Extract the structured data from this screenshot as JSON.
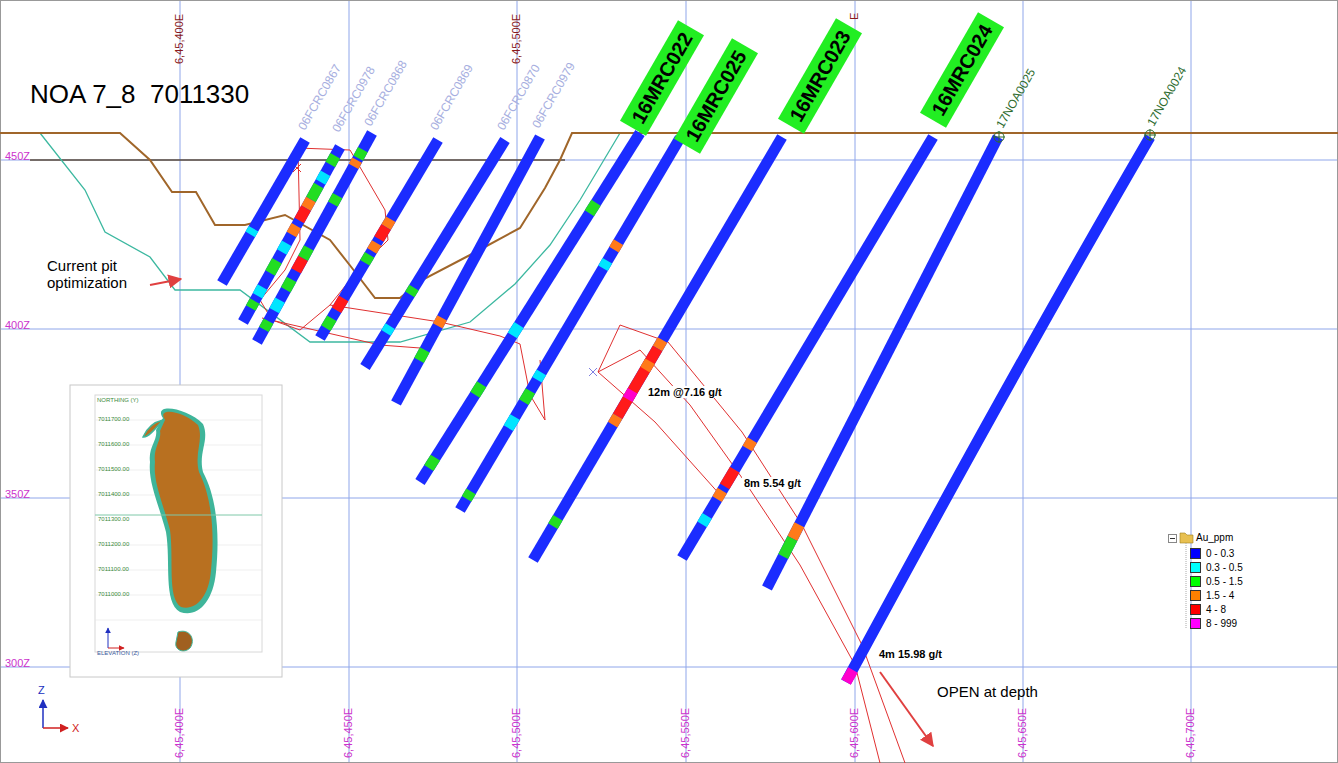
{
  "diagram": {
    "title": "NOA 7_8  7011330",
    "nodes": [
      {
        "text": [
          "16MRC022"
        ]
      },
      {
        "text": [
          "16MRC025"
        ]
      },
      {
        "text": [
          "16MRC023"
        ]
      },
      {
        "text": [
          "16MRC024"
        ]
      }
    ],
    "labels": [
      "Current pit optimization",
      "OPEN at depth",
      "12m @7.16 g/t",
      "8m 5.54 g/t",
      "4m 15.98 g/t",
      "450Z",
      "400Z",
      "350Z",
      "300Z",
      "6,45,400E",
      "6,45,500E",
      "E",
      "6,45,400E",
      "6,45,450E",
      "6,45,500E",
      "6,45,550E",
      "6,45,600E",
      "6,45,650E",
      "6,45,700E",
      "06FCRC0867",
      "06FCRC0978",
      "06FCRC0868",
      "06FCRC0869",
      "06FCRC0870",
      "06FCRC0979",
      "17NOA0025",
      "17NOA0024",
      "Au_ppm",
      "Z",
      "X",
      "NORTHING (Y)",
      "7011700.00",
      "7011600.00",
      "7011500.00",
      "7011400.00",
      "7011300.00",
      "7011200.00",
      "7011100.00",
      "7011000.00",
      "ELEVATION (Z)"
    ],
    "legend": [
      {
        "text": "0 - 0.3",
        "color": "#0000ff"
      },
      {
        "text": "0.3 - 0.5",
        "color": "#00ffff"
      },
      {
        "text": "0.5 - 1.5",
        "color": "#00ff00"
      },
      {
        "text": "1.5 - 4",
        "color": "#ff8000"
      },
      {
        "text": "4 - 8",
        "color": "#ff0000"
      },
      {
        "text": "8 - 999",
        "color": "#ff00ff"
      }
    ]
  }
}
